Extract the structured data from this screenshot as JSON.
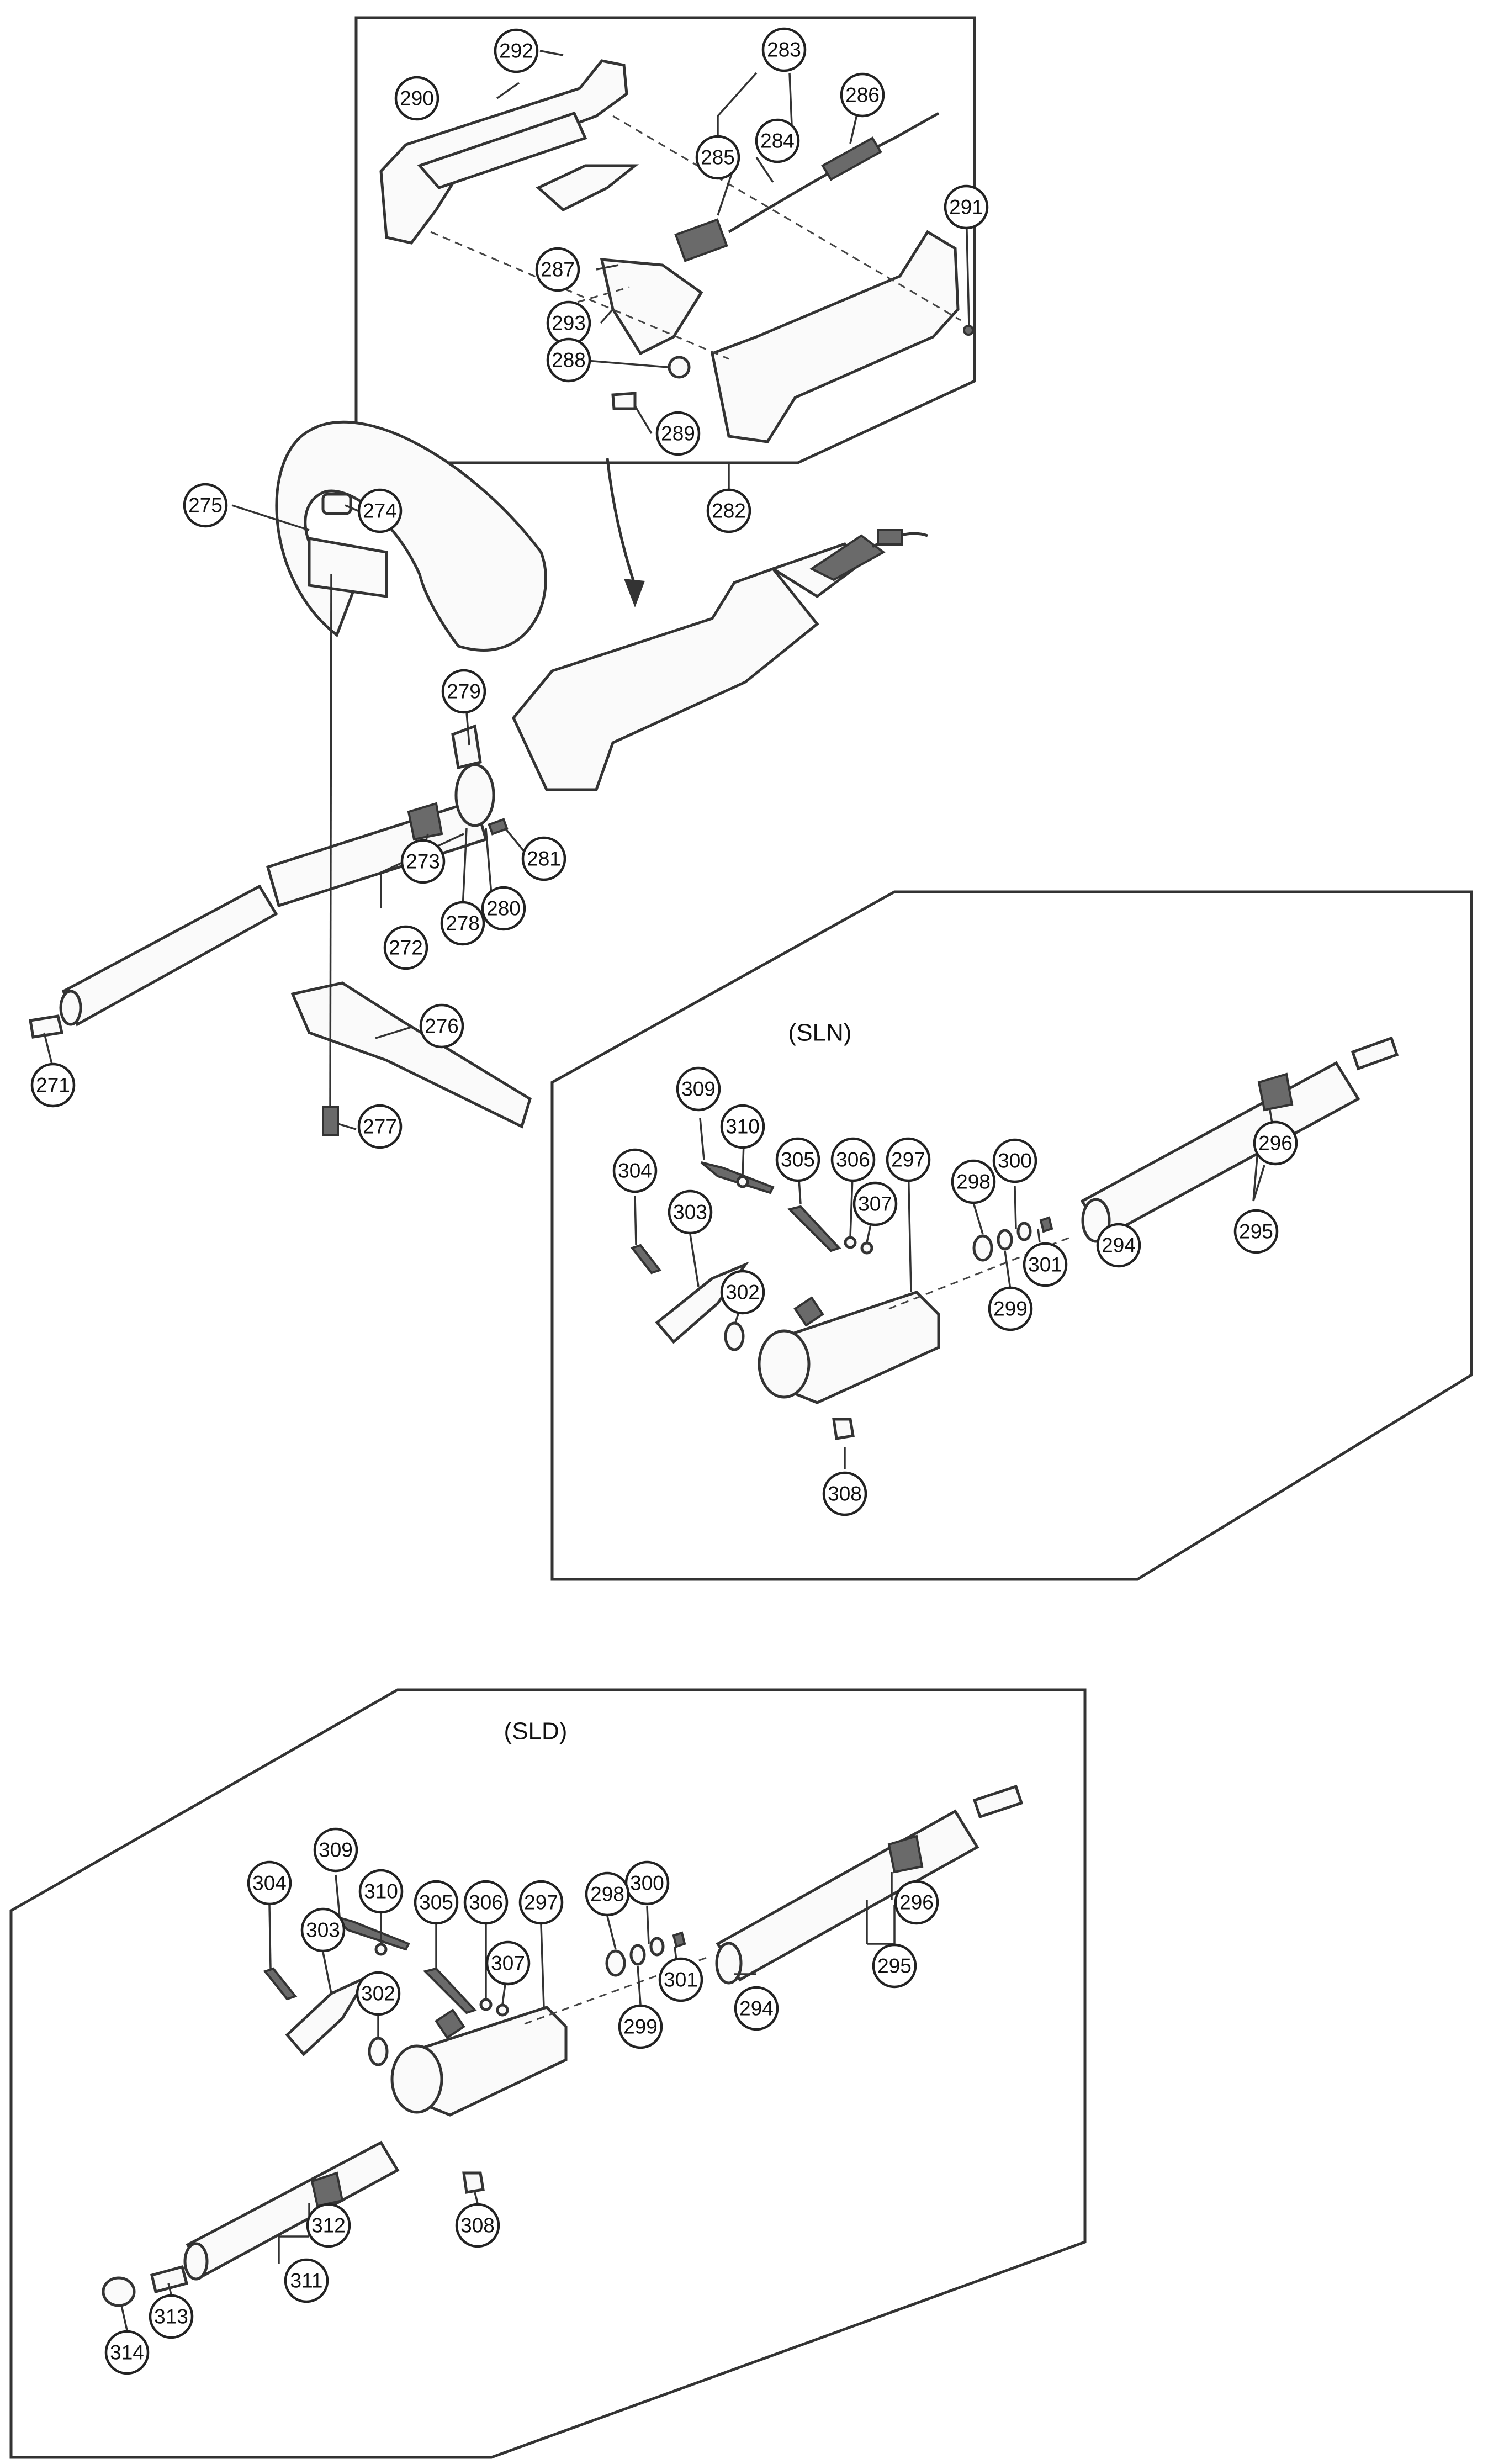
{
  "figure": {
    "variant_labels": {
      "sln": "(SLN)",
      "sld": "(SLD)"
    },
    "callouts": {
      "c271": "271",
      "c272": "272",
      "c273": "273",
      "c274": "274",
      "c275": "275",
      "c276": "276",
      "c277": "277",
      "c278": "278",
      "c279": "279",
      "c280": "280",
      "c281": "281",
      "c282": "282",
      "c283": "283",
      "c284": "284",
      "c285": "285",
      "c286": "286",
      "c287": "287",
      "c288": "288",
      "c289": "289",
      "c290": "290",
      "c291": "291",
      "c292": "292",
      "c293": "293",
      "sln294": "294",
      "sln295": "295",
      "sln296": "296",
      "sln297": "297",
      "sln298": "298",
      "sln299": "299",
      "sln300": "300",
      "sln301": "301",
      "sln302": "302",
      "sln303": "303",
      "sln304": "304",
      "sln305": "305",
      "sln306": "306",
      "sln307": "307",
      "sln308": "308",
      "sln309": "309",
      "sln310": "310",
      "sld294": "294",
      "sld295": "295",
      "sld296": "296",
      "sld297": "297",
      "sld298": "298",
      "sld299": "299",
      "sld300": "300",
      "sld301": "301",
      "sld302": "302",
      "sld303": "303",
      "sld304": "304",
      "sld305": "305",
      "sld306": "306",
      "sld307": "307",
      "sld308": "308",
      "sld309": "309",
      "sld310": "310",
      "sld311": "311",
      "sld312": "312",
      "sld313": "313",
      "sld314": "314"
    }
  }
}
